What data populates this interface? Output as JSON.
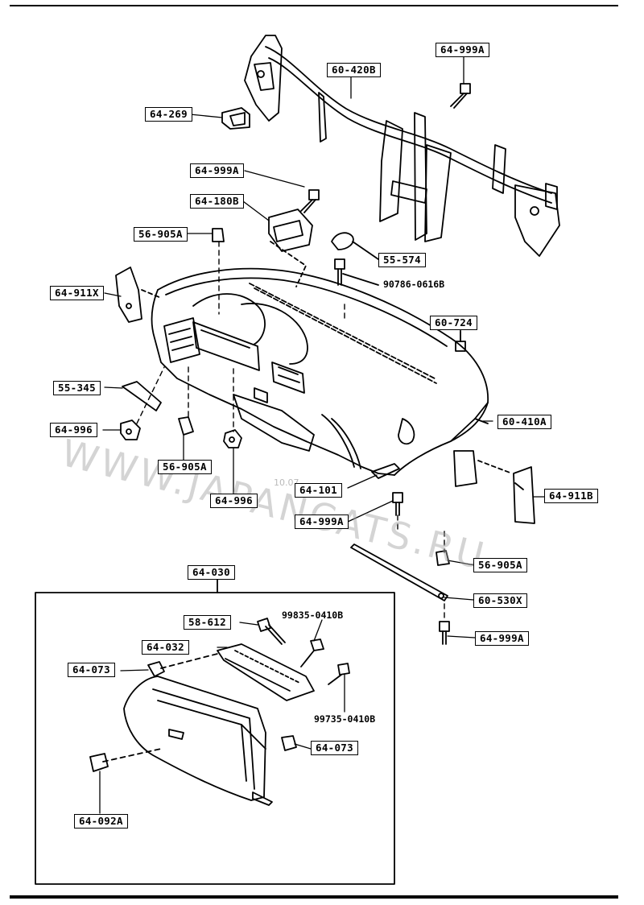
{
  "labels": {
    "l_64_999A_top": "64-999A",
    "l_60_420B": "60-420B",
    "l_64_269": "64-269",
    "l_64_999A_mid": "64-999A",
    "l_64_180B": "64-180B",
    "l_56_905A_top": "56-905A",
    "l_55_574": "55-574",
    "l_64_911X": "64-911X",
    "l_60_724": "60-724",
    "l_55_345": "55-345",
    "l_60_410A": "60-410A",
    "l_64_996_left": "64-996",
    "l_56_905A_left": "56-905A",
    "l_64_996_mid": "64-996",
    "l_64_101": "64-101",
    "l_64_911B": "64-911B",
    "l_64_999A_low": "64-999A",
    "l_56_905A_right": "56-905A",
    "l_60_530X": "60-530X",
    "l_64_999A_bottom": "64-999A",
    "l_64_030": "64-030",
    "l_58_612": "58-612",
    "l_64_032": "64-032",
    "l_64_073_left": "64-073",
    "l_64_073_right": "64-073",
    "l_64_092A": "64-092A"
  },
  "plain_numbers": {
    "p_90786": "90786-0616B",
    "p_99835": "99835-0410B",
    "p_99735": "99735-0410B"
  },
  "watermark": {
    "text": "WWW.JAPANCATS.RU",
    "small": "10.07"
  }
}
